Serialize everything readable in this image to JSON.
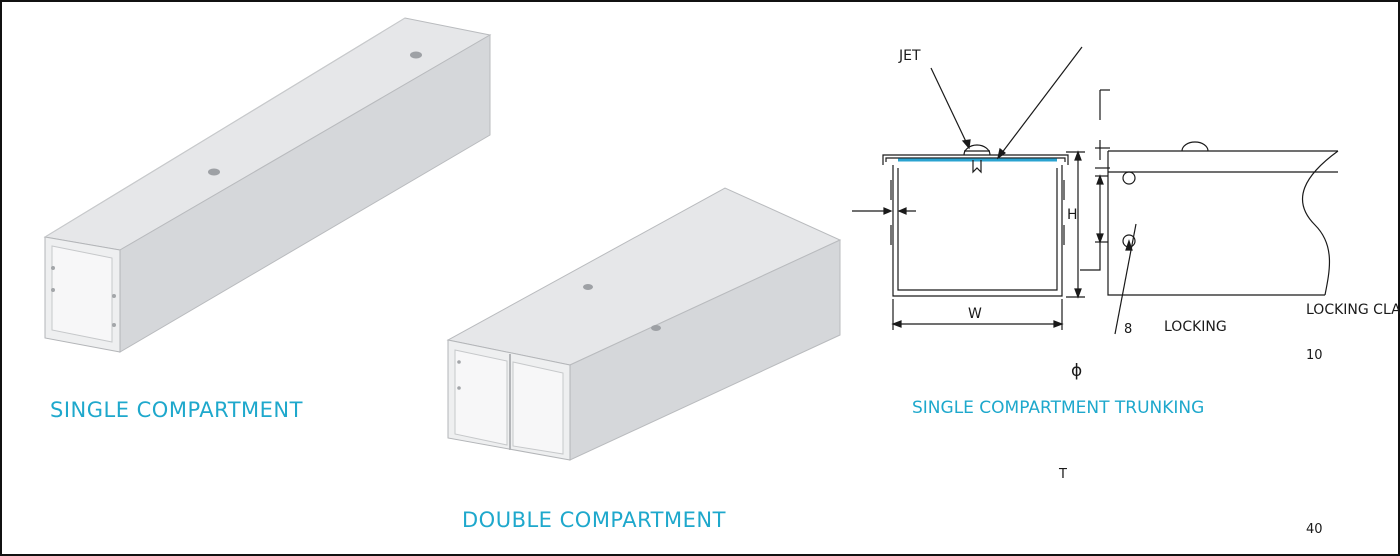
{
  "captions": {
    "single": "SINGLE COMPARTMENT",
    "double": "DOUBLE COMPARTMENT",
    "drawing": "SINGLE COMPARTMENT TRUNKING"
  },
  "labels": {
    "jet": "JET",
    "height": "H",
    "width": "W",
    "locking_clamp": "LOCKING CLAMP",
    "locking": "LOCKING",
    "eight": "8",
    "ten": "10",
    "phi": "ϕ",
    "thickness": "T",
    "forty": "40"
  },
  "colors": {
    "caption": "#1ea8cc",
    "blue_line": "#2aa3d0",
    "line": "#1a1a1a"
  }
}
